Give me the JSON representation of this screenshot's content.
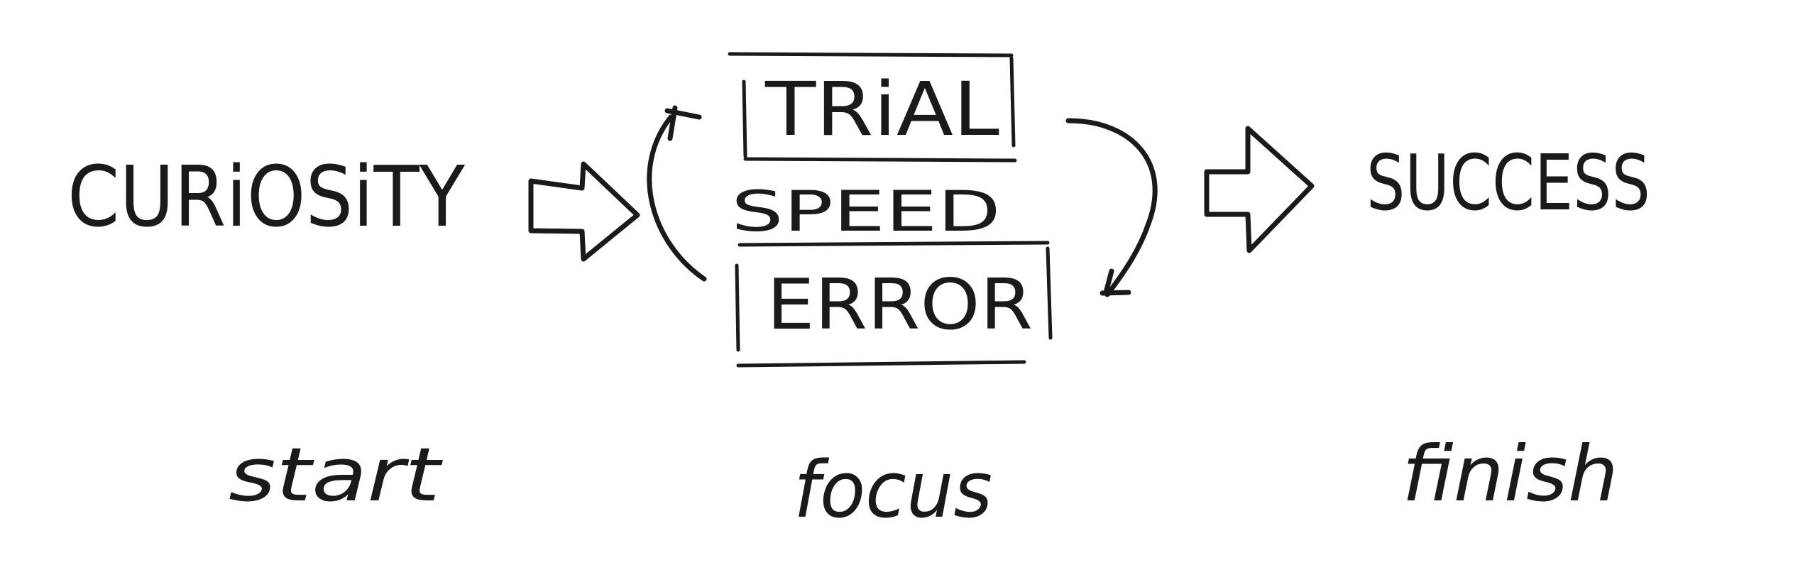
{
  "diagram": {
    "labels": {
      "curiosity": "CURiOSiTY",
      "trial": "TRiAL",
      "speed": "SPEED",
      "error": "ERROR",
      "success": "SUCCESS"
    },
    "stages": {
      "start": "start",
      "focus": "focus",
      "finish": "finish"
    },
    "arrows": [
      {
        "from": "curiosity",
        "to": "trial-error-loop",
        "style": "block-arrow"
      },
      {
        "from": "error",
        "to": "trial",
        "style": "curved-arrow"
      },
      {
        "from": "trial",
        "to": "error",
        "style": "curved-arrow"
      },
      {
        "from": "trial-error-loop",
        "to": "success",
        "style": "block-arrow"
      }
    ],
    "colors": {
      "ink": "#1a1a1a",
      "paper": "#ffffff"
    }
  }
}
